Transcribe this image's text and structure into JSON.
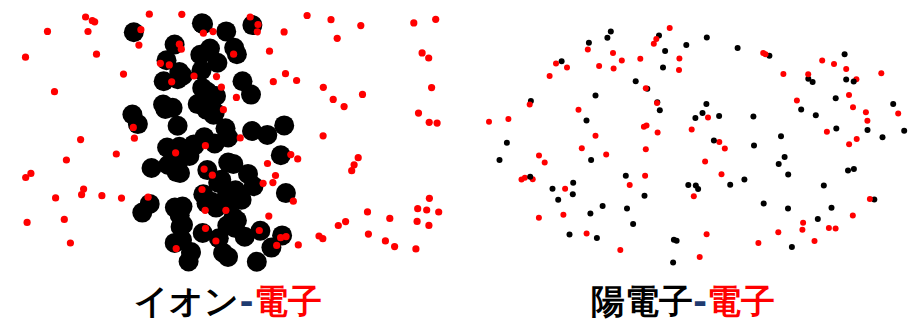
{
  "diagram": {
    "labels": [
      "イオン",
      "-",
      "電子",
      "陽電子",
      "-",
      "電子"
    ]
  }
}
